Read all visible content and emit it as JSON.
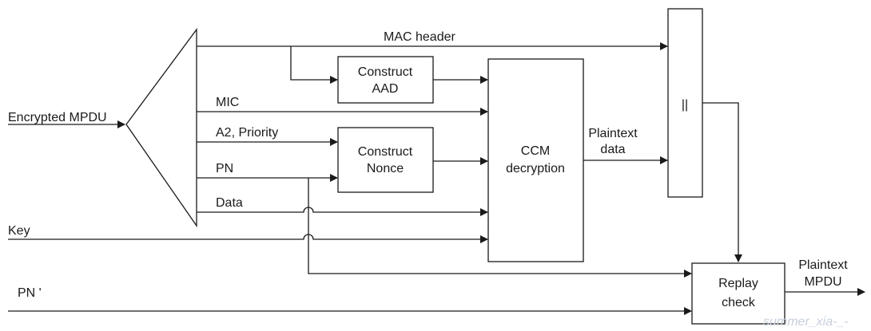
{
  "inputs": {
    "encrypted_mpdu": "Encrypted MPDU",
    "key": "Key",
    "pn_prime": "PN '"
  },
  "fields": {
    "mac_header": "MAC header",
    "mic": "MIC",
    "a2_priority": "A2, Priority",
    "pn": "PN",
    "data": "Data"
  },
  "blocks": {
    "construct_aad": [
      "Construct",
      "AAD"
    ],
    "construct_nonce": [
      "Construct",
      "Nonce"
    ],
    "ccm_decryption": [
      "CCM",
      "decryption"
    ],
    "concat": "||",
    "replay_check": [
      "Replay",
      "check"
    ]
  },
  "outputs": {
    "plaintext_data": [
      "Plaintext",
      "data"
    ],
    "plaintext_mpdu": [
      "Plaintext",
      "MPDU"
    ]
  },
  "watermark": "summer_xia-_-"
}
